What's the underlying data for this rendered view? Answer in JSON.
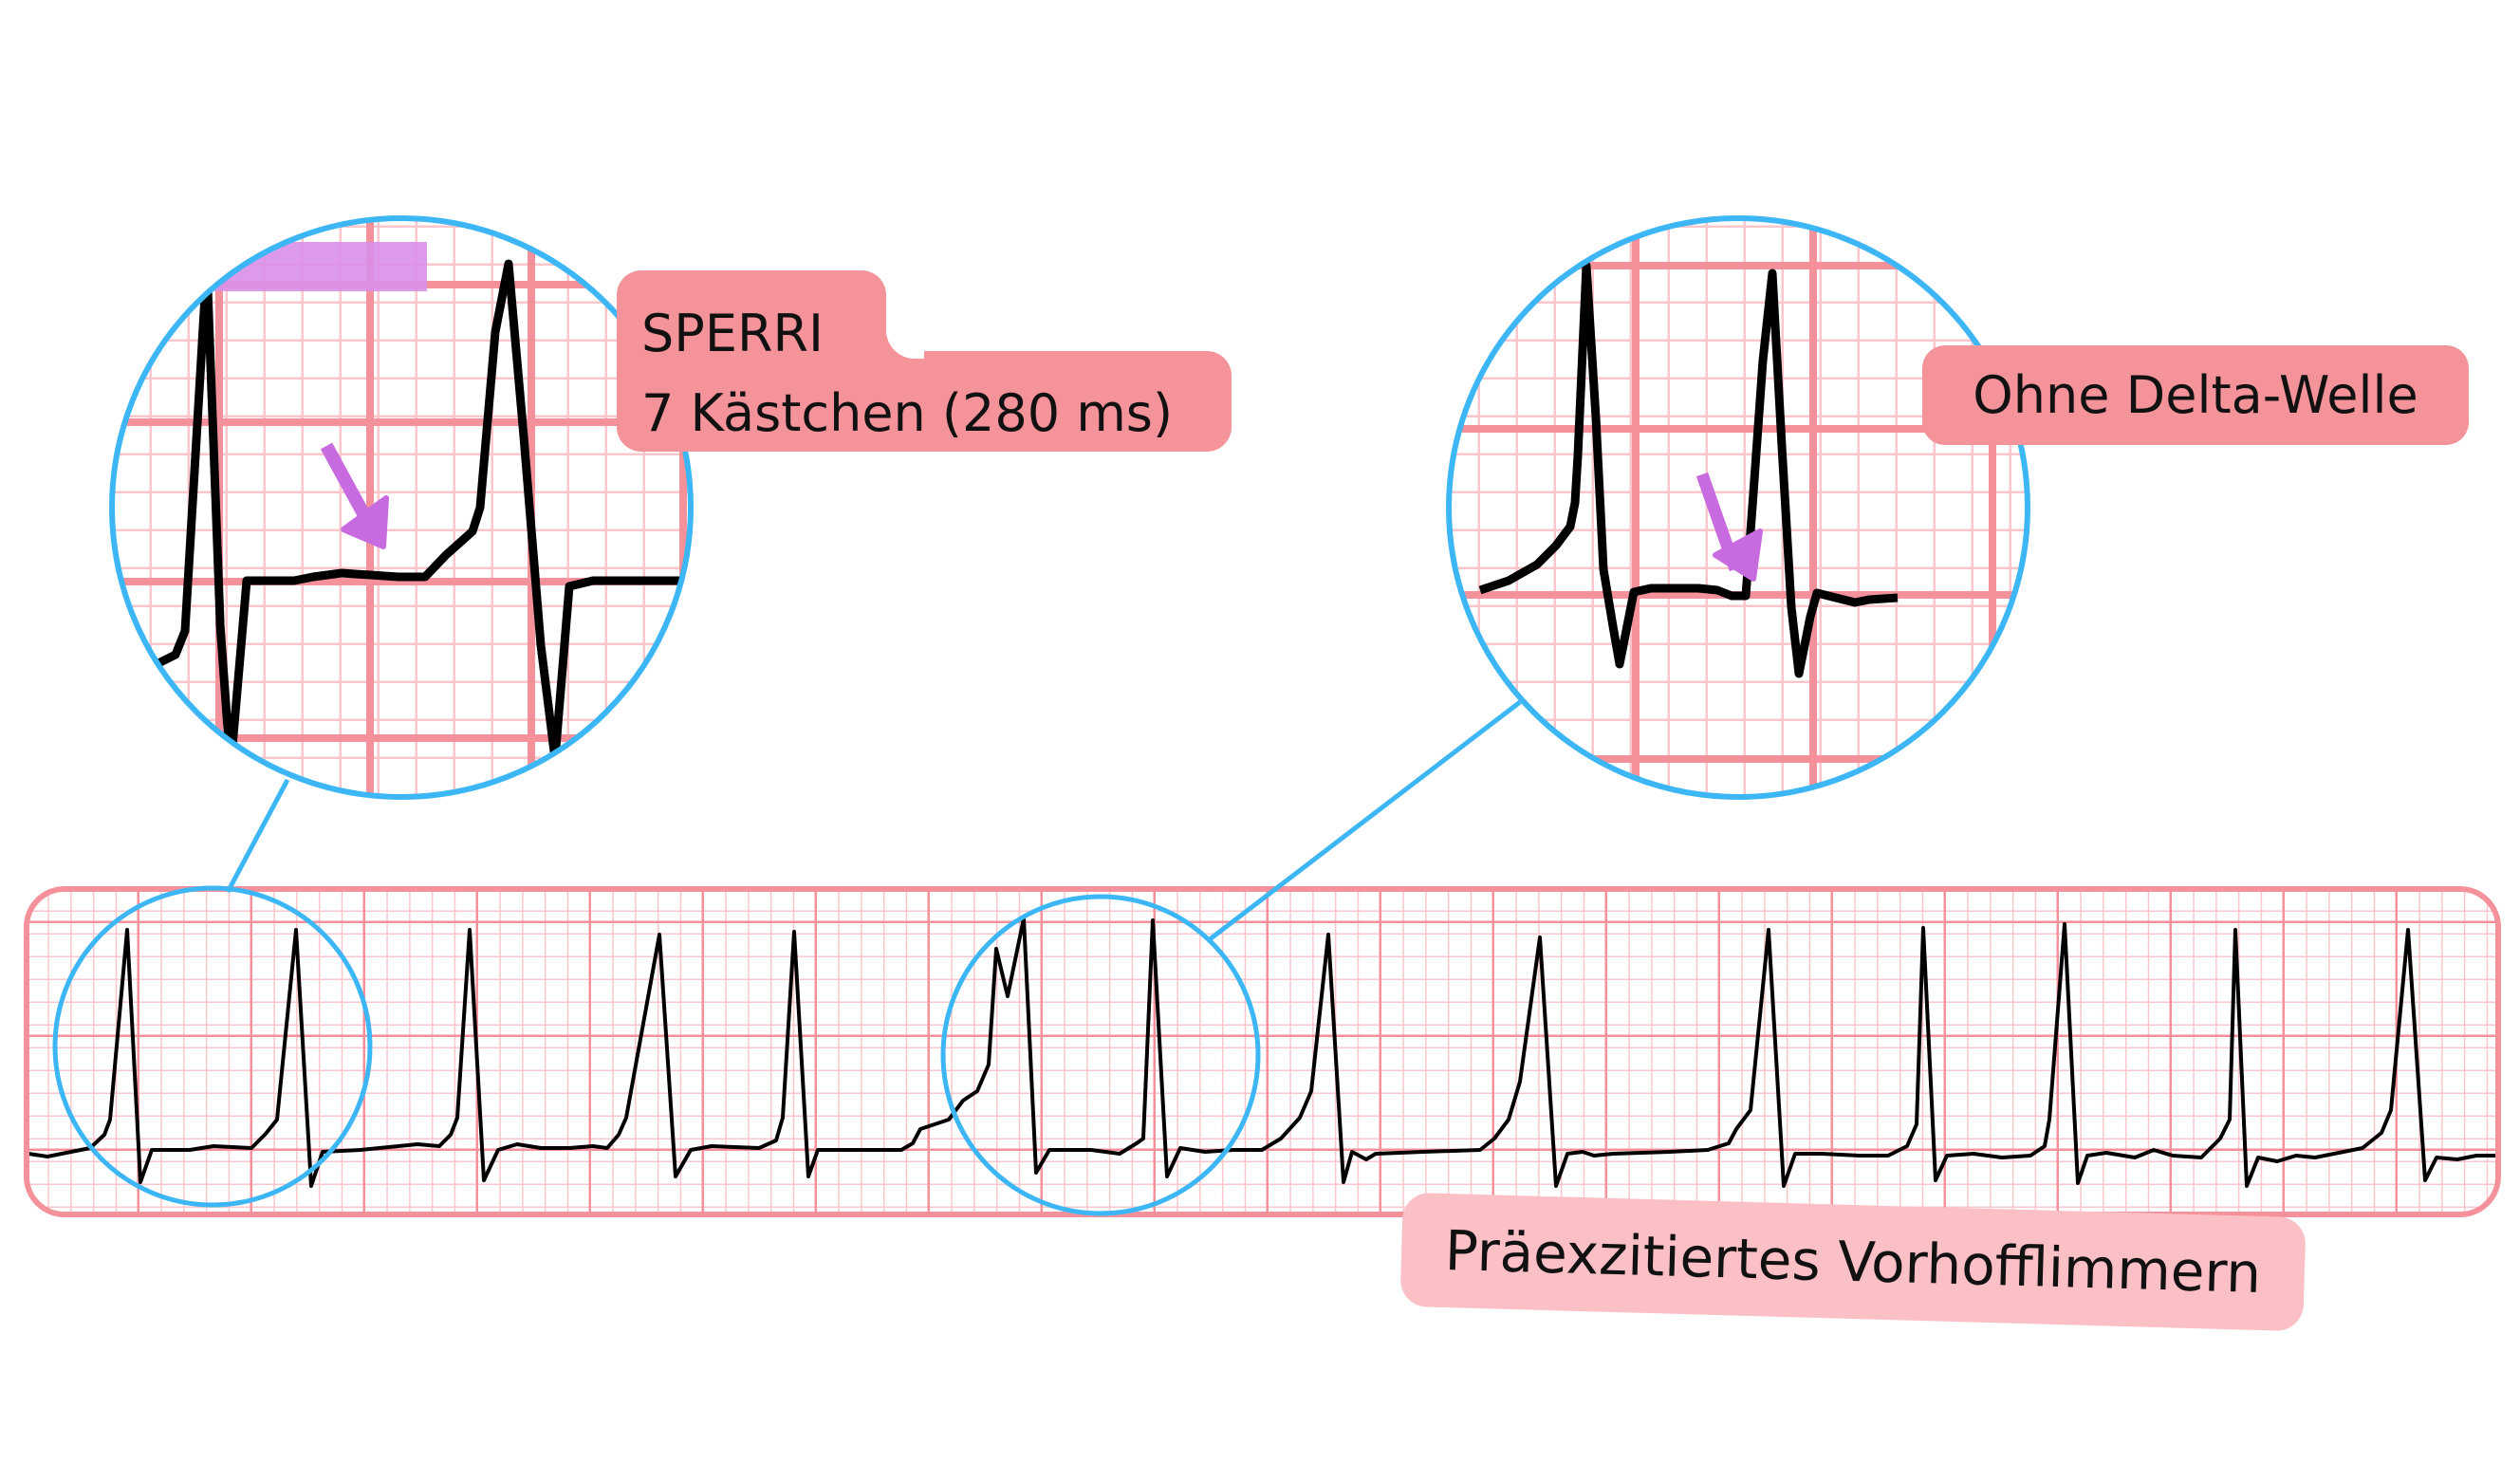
{
  "colors": {
    "grid_major": "#f4919a",
    "grid_minor": "#f9c7cb",
    "trace": "#000000",
    "magnifier_ring": "#3cb6f5",
    "label_bg": "#f4939a",
    "label_bg_light": "#fbc0c6",
    "highlight_band": "#d98ee8",
    "arrow": "#c86ae0"
  },
  "labels": {
    "sperri_title": "SPERRI",
    "sperri_value": "7 Kästchen (280 ms)",
    "delta": "Ohne Delta-Welle",
    "rhythm": "Präexzitiertes Vorhofflimmern"
  },
  "icons": {
    "left_arrow": "arrow-down-right-icon",
    "right_arrow": "arrow-down-right-icon"
  },
  "ecg": {
    "strip_r_peaks_x": [
      134,
      312,
      495,
      695,
      837,
      1079,
      1215,
      1400,
      1623,
      1864,
      2027,
      2176,
      2356,
      2538
    ],
    "shortest_rr_small_boxes": 7,
    "shortest_rr_ms": 280
  }
}
